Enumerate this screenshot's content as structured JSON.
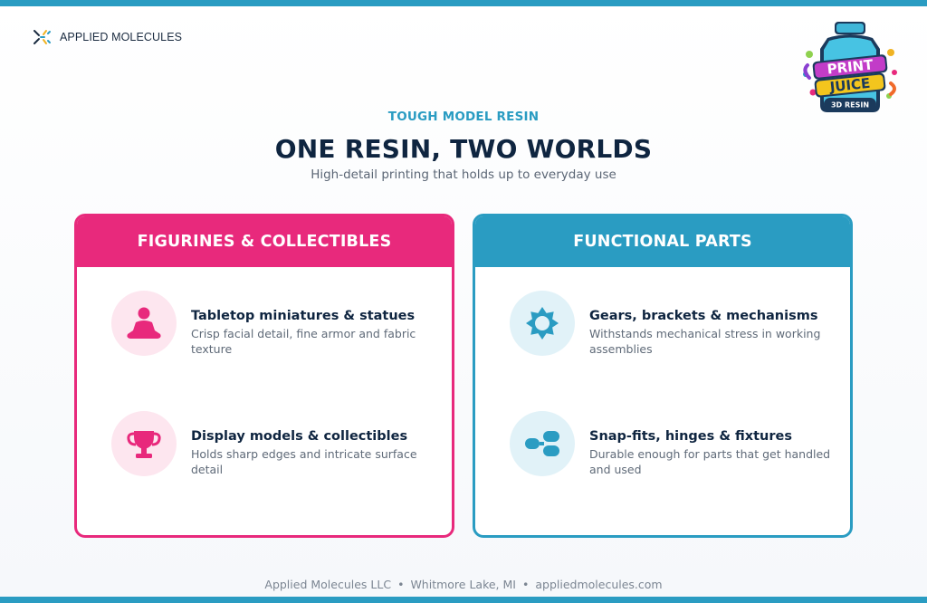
{
  "brand": {
    "name": "APPLIED MOLECULES"
  },
  "badge": {
    "line1": "PRINT",
    "line2": "JUICE",
    "ribbon": "3D RESIN"
  },
  "hero": {
    "eyebrow": "TOUGH MODEL RESIN",
    "title": "ONE RESIN, TWO WORLDS",
    "subtitle": "High-detail printing that holds up to everyday use"
  },
  "cards": [
    {
      "title": "FIGURINES & COLLECTIBLES",
      "accent": "#e8297c",
      "items": [
        {
          "icon": "figure-icon",
          "title": "Tabletop miniatures & statues",
          "desc": "Crisp facial detail, fine armor and fabric texture"
        },
        {
          "icon": "trophy-icon",
          "title": "Display models & collectibles",
          "desc": "Holds sharp edges and intricate surface detail"
        }
      ]
    },
    {
      "title": "FUNCTIONAL PARTS",
      "accent": "#2a9cc2",
      "items": [
        {
          "icon": "gear-icon",
          "title": "Gears, brackets & mechanisms",
          "desc": "Withstands mechanical stress in working assemblies"
        },
        {
          "icon": "snap-fit-icon",
          "title": "Snap-fits, hinges & fixtures",
          "desc": "Durable enough for parts that get handled and used"
        }
      ]
    }
  ],
  "footer": {
    "company": "Applied Molecules LLC",
    "location": "Whitmore Lake, MI",
    "website": "appliedmolecules.com",
    "separator": "•"
  }
}
